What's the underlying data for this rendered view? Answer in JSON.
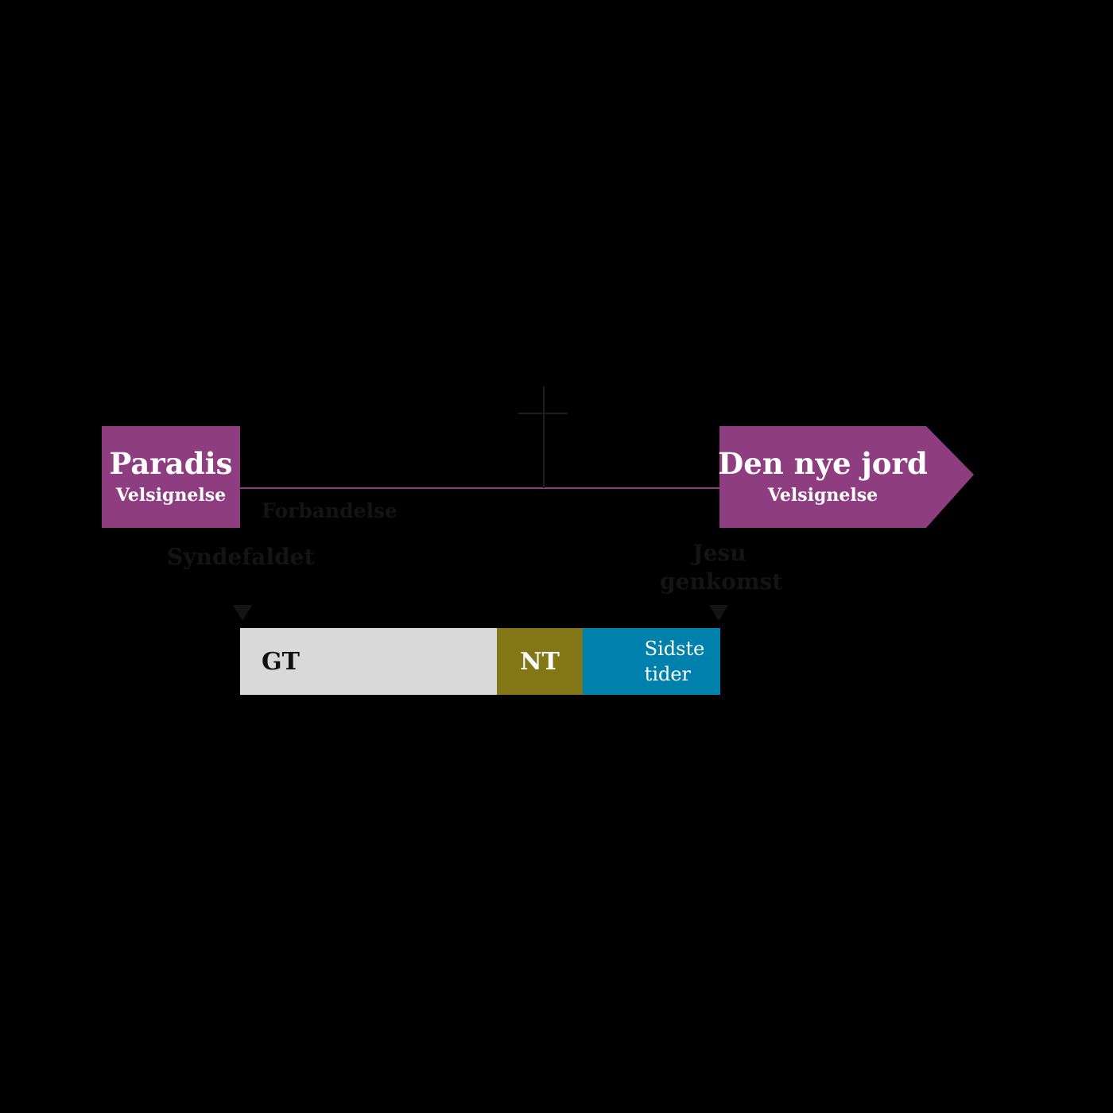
{
  "colors": {
    "background": "#000000",
    "blessing_box": "#8e3d80",
    "timeline_line": "#8e3d80",
    "cross": "#1e1e1e",
    "dark_label": "#141414",
    "gt_segment": "#d9d9d9",
    "nt_segment": "#837617",
    "sidste_segment": "#0080ac"
  },
  "paradis": {
    "title": "Paradis",
    "subtitle": "Velsignelse"
  },
  "new_earth": {
    "title": "Den nye jord",
    "subtitle": "Velsignelse"
  },
  "curse_label": "Forbandelse",
  "fall": {
    "label": "Syndefaldet",
    "marker_icon": "triangle-down-icon"
  },
  "return": {
    "label_line1": "Jesu",
    "label_line2": "genkomst",
    "marker_icon": "triangle-down-icon"
  },
  "cross_icon": "cross-icon",
  "eras": {
    "gt": "GT",
    "nt": "NT",
    "sidste_line1": "Sidste",
    "sidste_line2": "tider"
  }
}
